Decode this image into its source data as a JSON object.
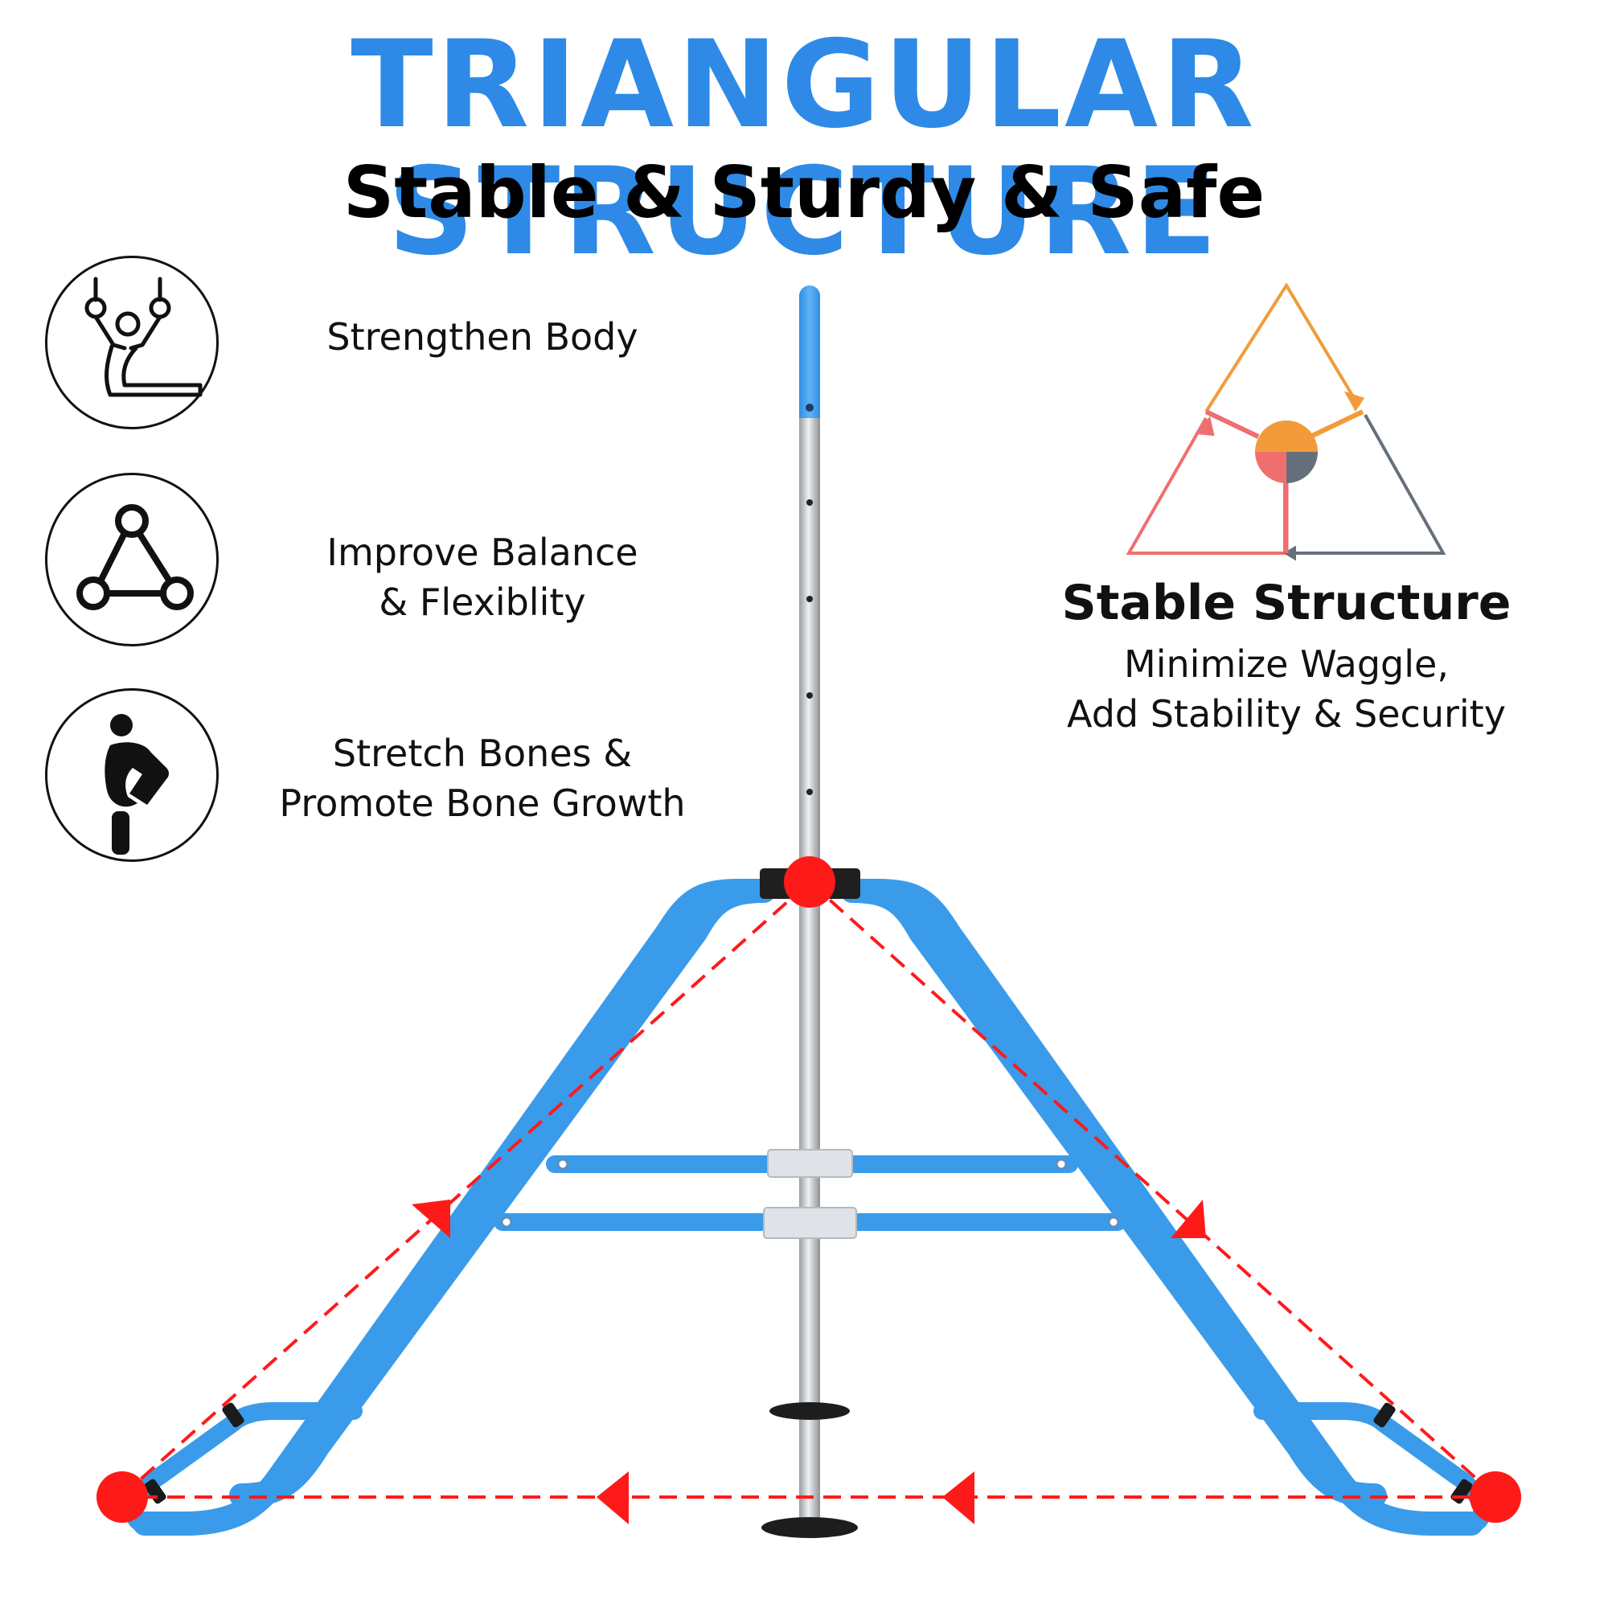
{
  "header": {
    "title": "TRIANGULAR STRUCTURE",
    "subtitle": "Stable & Sturdy & Safe"
  },
  "features": [
    {
      "icon": "gymnastics-rings-icon",
      "lines": [
        "Strengthen Body"
      ]
    },
    {
      "icon": "triangle-nodes-icon",
      "lines": [
        "Improve Balance",
        "& Flexiblity"
      ]
    },
    {
      "icon": "stretching-person-icon",
      "lines": [
        "Stretch Bones &",
        "Promote Bone Growth"
      ]
    }
  ],
  "stable": {
    "title": "Stable Structure",
    "lines": [
      "Minimize Waggle,",
      "Add Stability & Security"
    ]
  },
  "colors": {
    "title_blue": "#2e8ae6",
    "frame_blue": "#3a9bea",
    "marker_red": "#ff1a1a",
    "orange": "#f39a3a",
    "salmon": "#ef6f6f",
    "slate": "#66707c"
  }
}
